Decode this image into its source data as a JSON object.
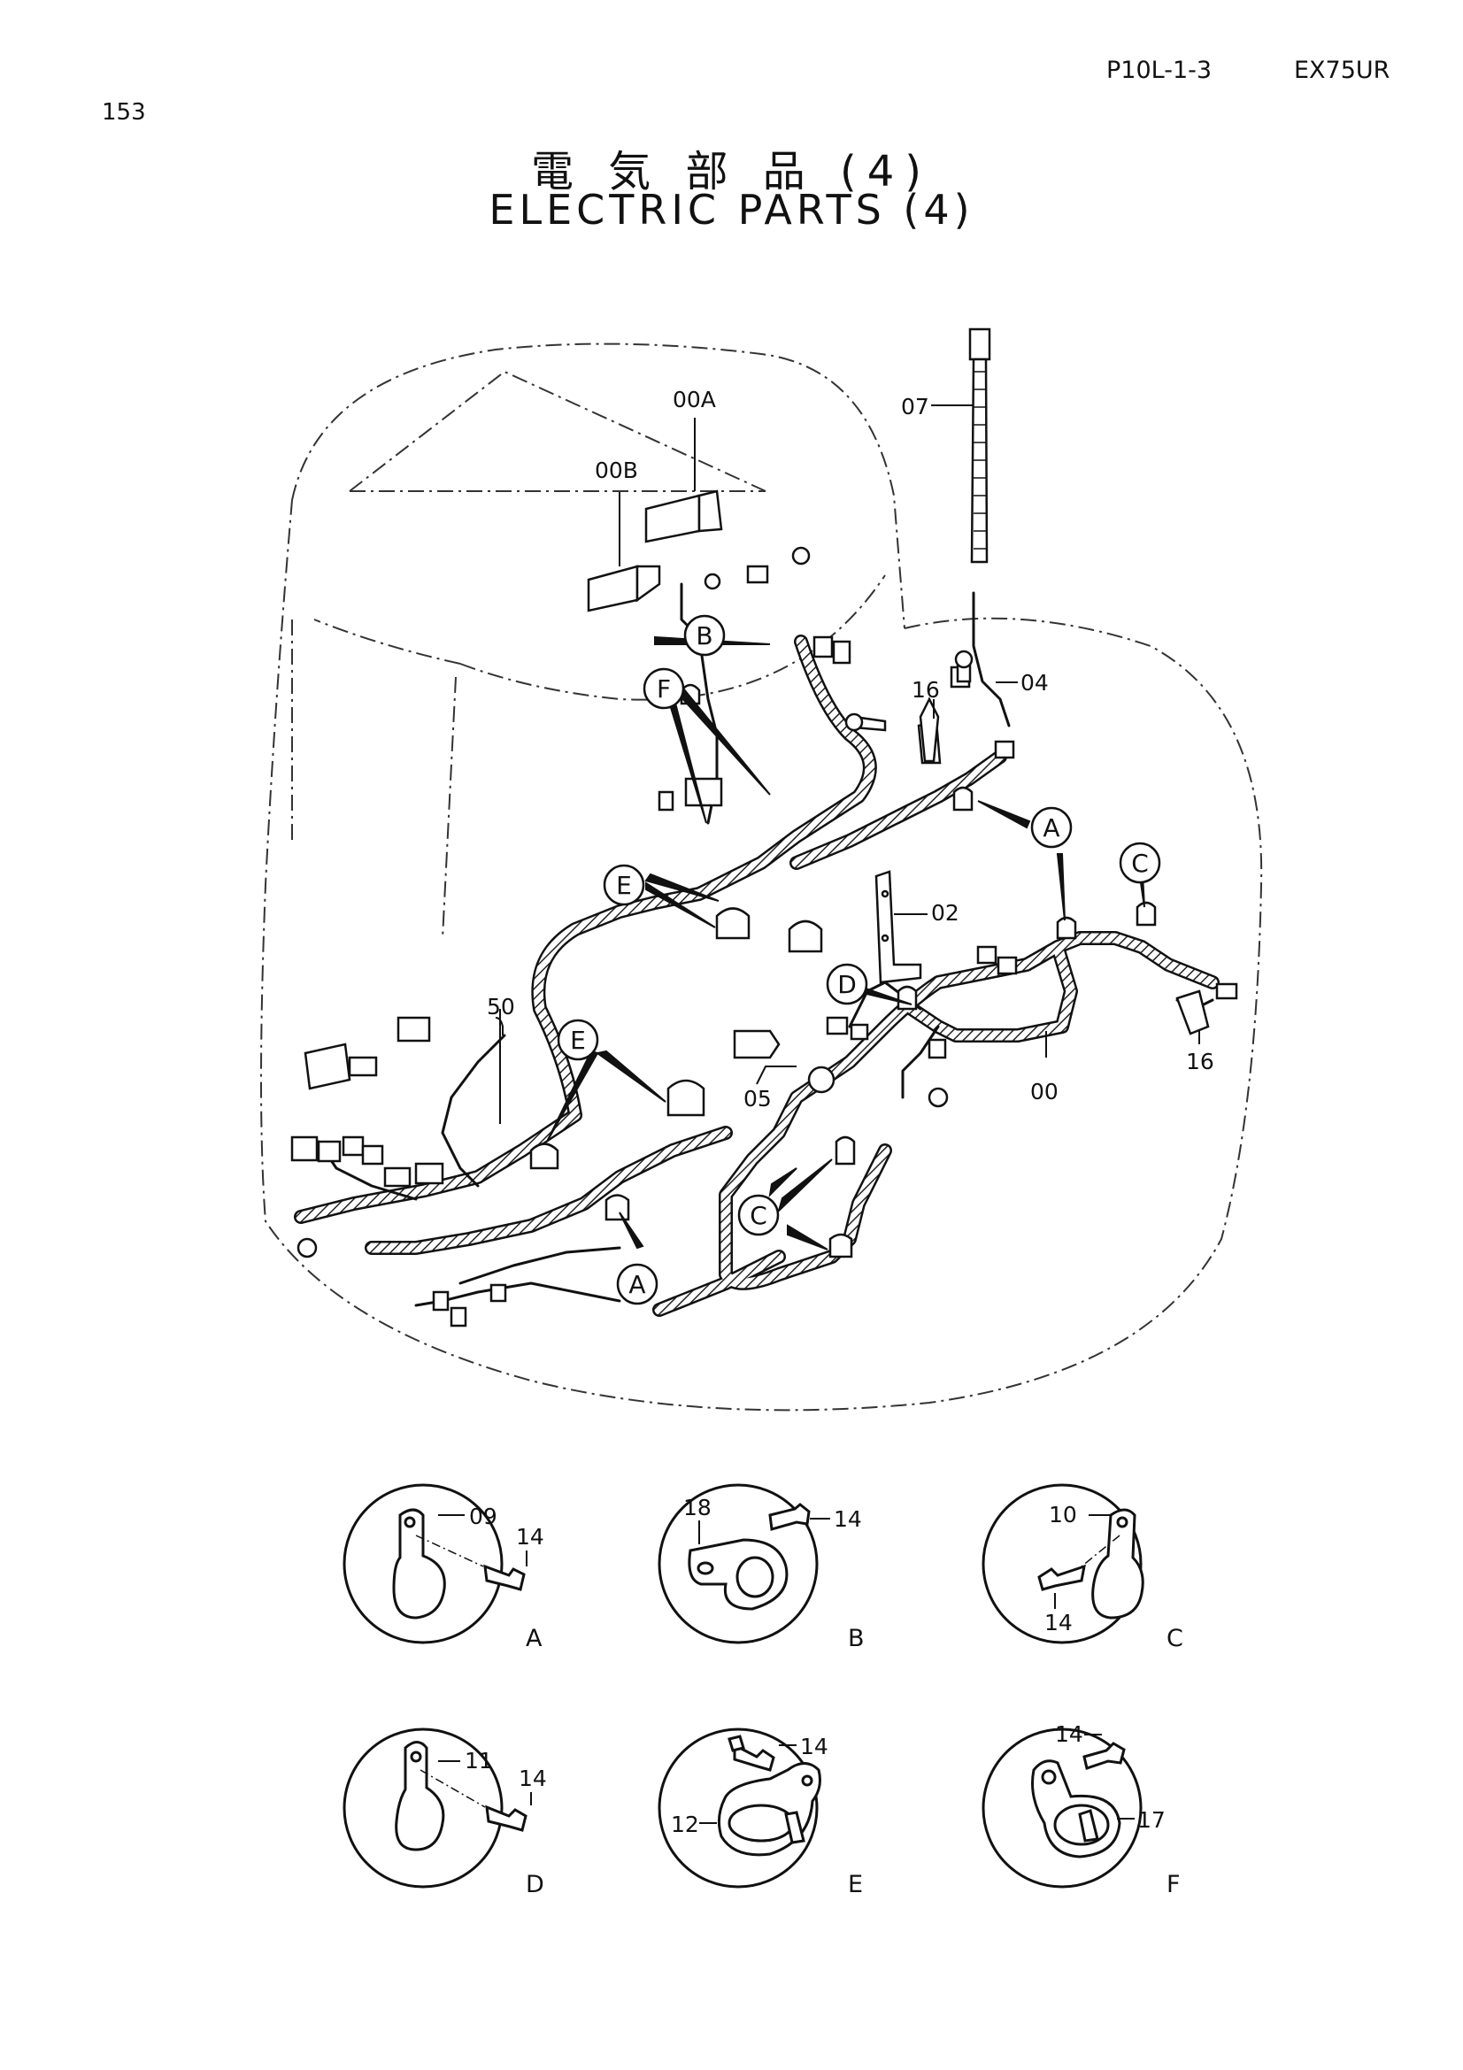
{
  "header": {
    "page_number": "153",
    "page_code": "P10L-1-3",
    "model": "EX75UR"
  },
  "title": {
    "japanese": "電 気 部 品 (4)",
    "english": "ELECTRIC PARTS (4)"
  },
  "main_callouts": {
    "p00A": "00A",
    "p00B": "00B",
    "p07": "07",
    "p04": "04",
    "p16a": "16",
    "p02": "02",
    "p50": "50",
    "p05": "05",
    "p00": "00",
    "p16b": "16",
    "B": "B",
    "F": "F",
    "E1": "E",
    "E2": "E",
    "A1": "A",
    "A2": "A",
    "C1": "C",
    "C2": "C",
    "D": "D"
  },
  "details": [
    {
      "label": "A",
      "parts": [
        "09",
        "14"
      ]
    },
    {
      "label": "B",
      "parts": [
        "18",
        "14"
      ]
    },
    {
      "label": "C",
      "parts": [
        "10",
        "14"
      ]
    },
    {
      "label": "D",
      "parts": [
        "11",
        "14"
      ]
    },
    {
      "label": "E",
      "parts": [
        "14",
        "12"
      ]
    },
    {
      "label": "F",
      "parts": [
        "14",
        "17"
      ]
    }
  ]
}
